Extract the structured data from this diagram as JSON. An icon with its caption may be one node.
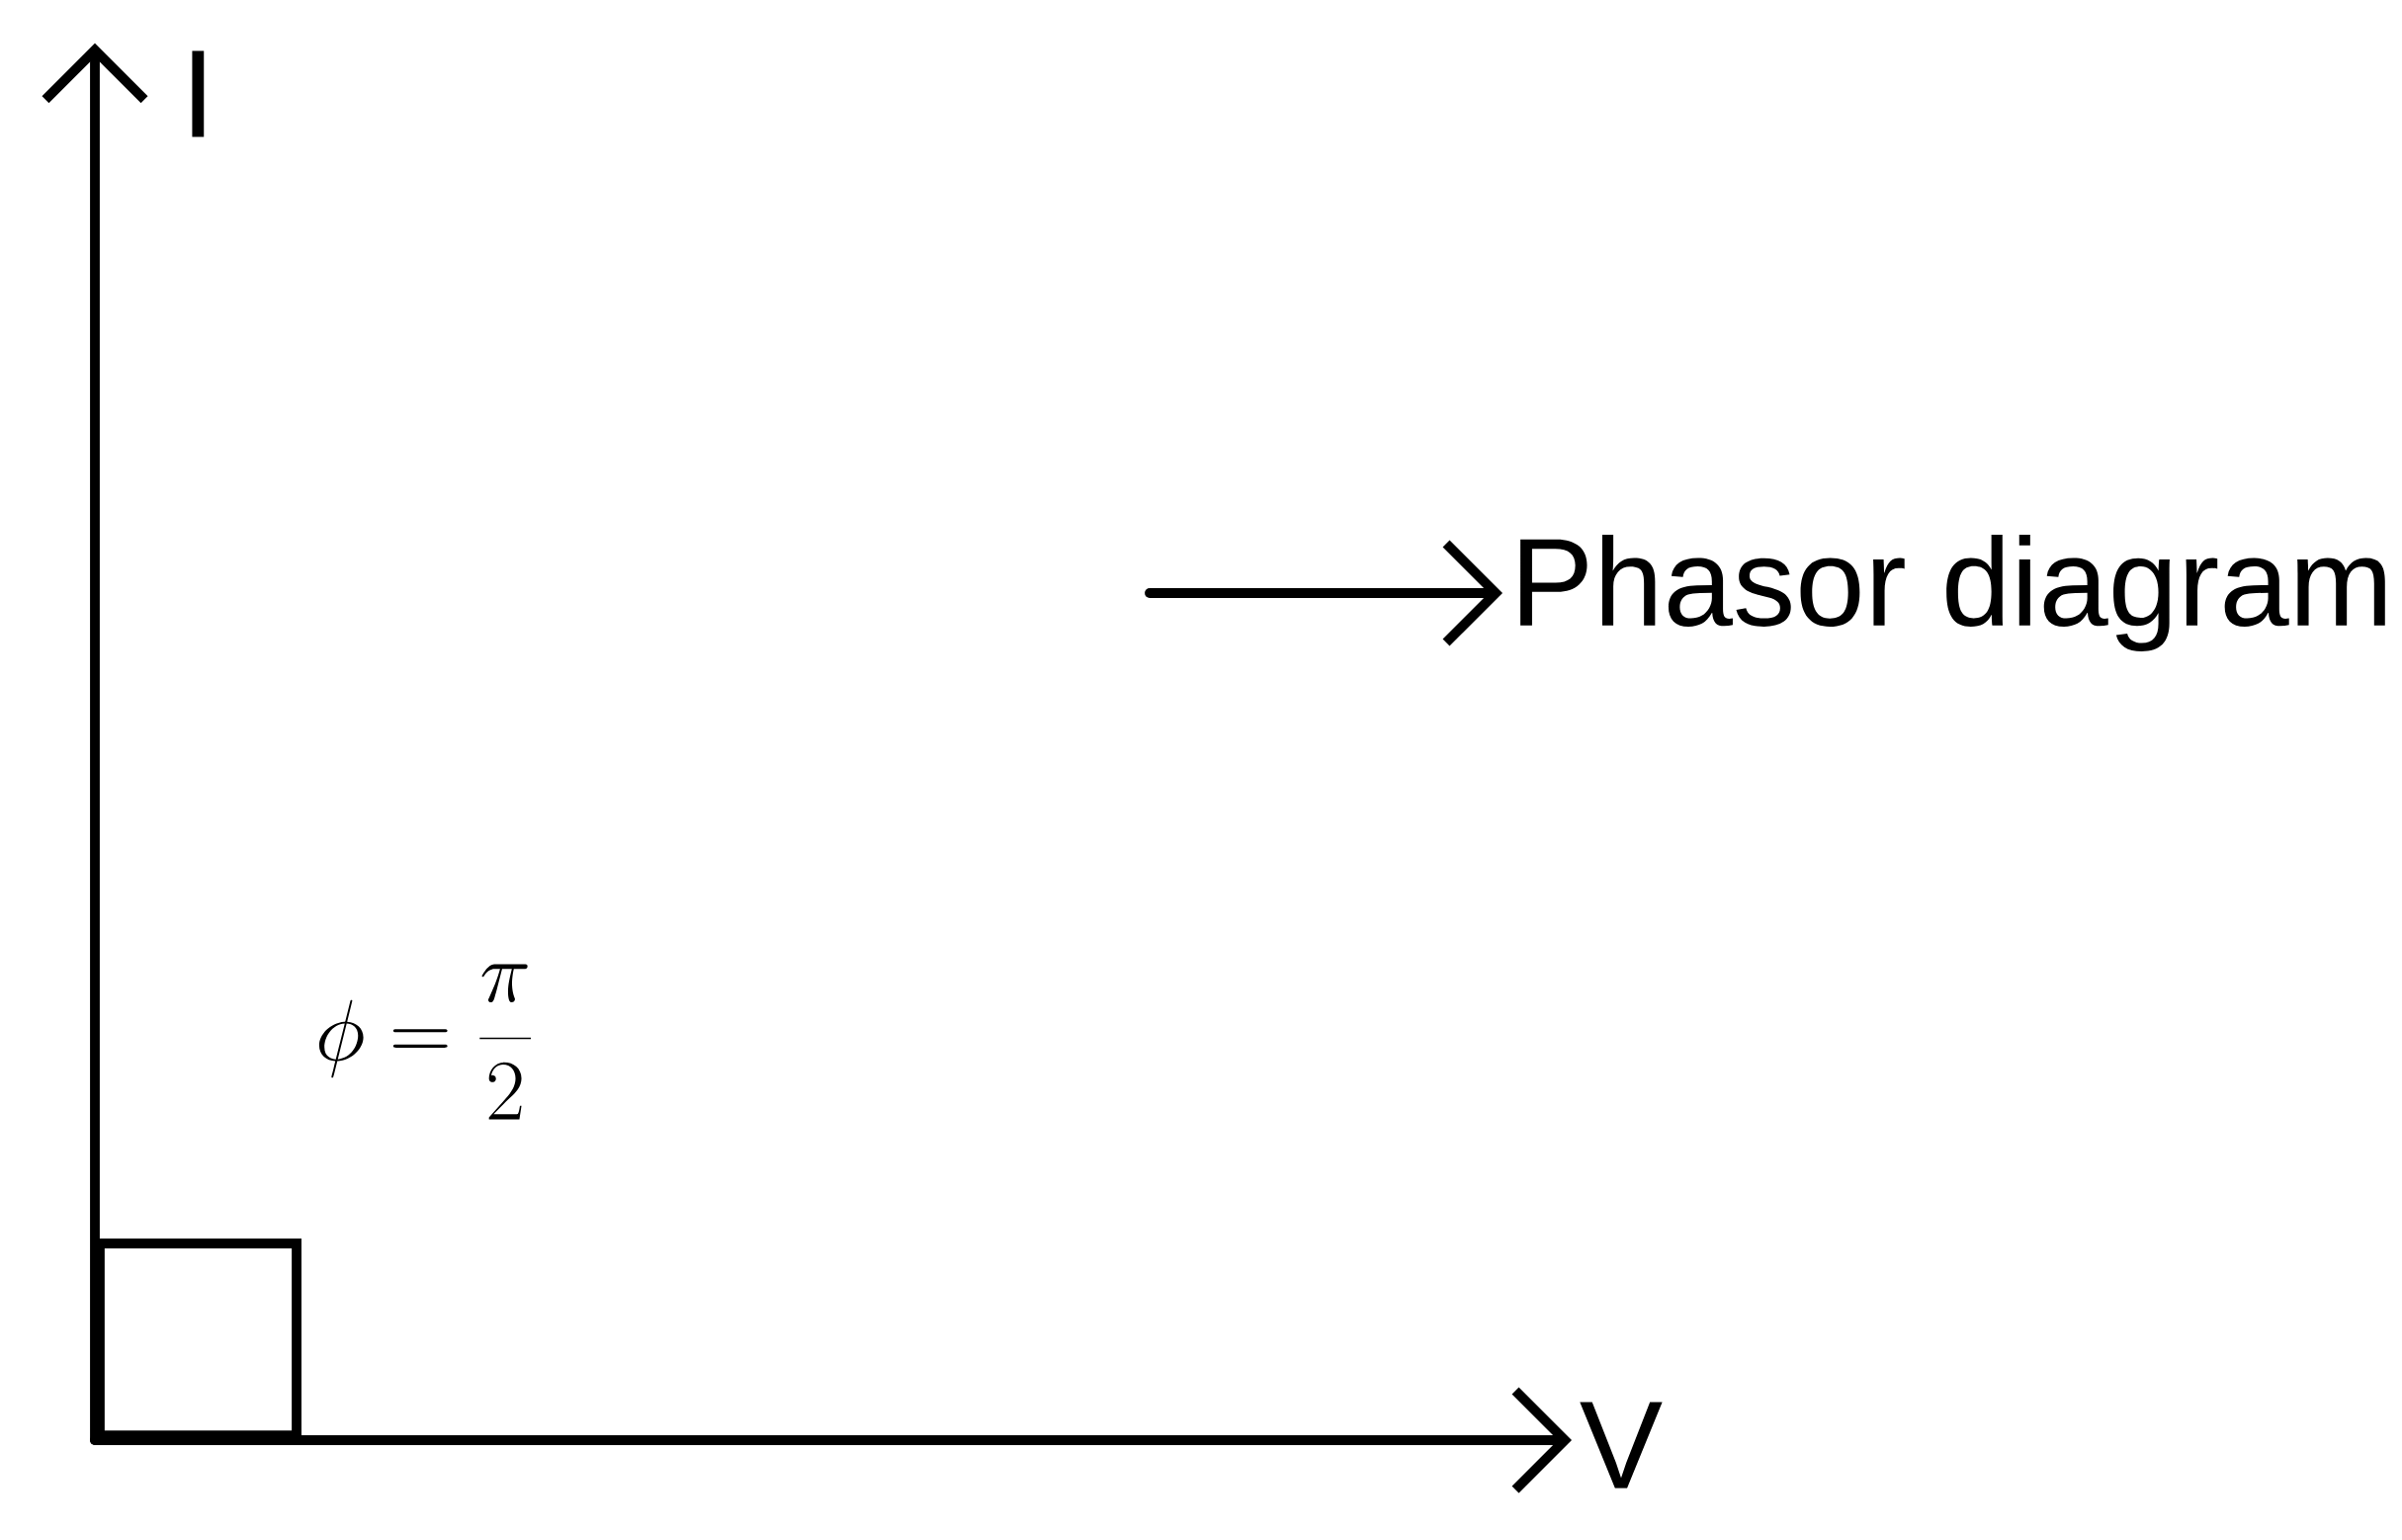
{
  "diagram": {
    "nodes": [
      {
        "text": [
          "I"
        ]
      },
      {
        "text": [
          "V"
        ]
      },
      {
        "text": [
          "Phasor diagram"
        ]
      },
      {
        "text": [],
        "shape": "box"
      }
    ],
    "edges": [
      {
        "from": 3,
        "to": 0,
        "arrow": "to"
      },
      {
        "from": 3,
        "to": 1,
        "arrow": "to"
      },
      {
        "from": null,
        "to": 2,
        "arrow": "to"
      }
    ],
    "labels": [
      "\\phi = \\frac{\\pi}{2}"
    ]
  }
}
